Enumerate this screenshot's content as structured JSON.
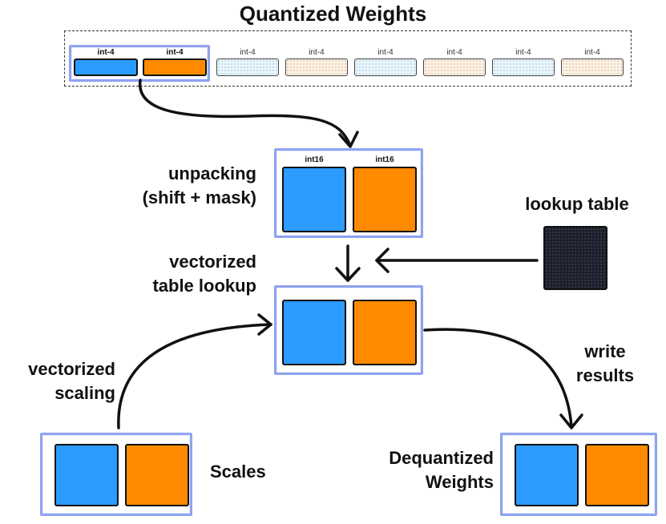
{
  "title": "Quantized Weights",
  "packed_labels": [
    "int-4",
    "int-4"
  ],
  "faded_labels": [
    "int-4",
    "int-4",
    "int-4",
    "int-4",
    "int-4",
    "int-4"
  ],
  "unpack_labels": [
    "int16",
    "int16"
  ],
  "labels": {
    "unpacking_line1": "unpacking",
    "unpacking_line2": "(shift + mask)",
    "vectorized_table_line1": "vectorized",
    "vectorized_table_line2": "table lookup",
    "lookup_table": "lookup table",
    "write_line1": "write",
    "write_line2": "results",
    "vectorized_scaling_line1": "vectorized",
    "vectorized_scaling_line2": "scaling",
    "scales": "Scales",
    "dequantized_line1": "Dequantized",
    "dequantized_line2": "Weights"
  },
  "colors": {
    "blue": "#2b9bff",
    "orange": "#ff8a00",
    "frame": "#8fa3f0",
    "lookup": "#1c1f2a"
  }
}
